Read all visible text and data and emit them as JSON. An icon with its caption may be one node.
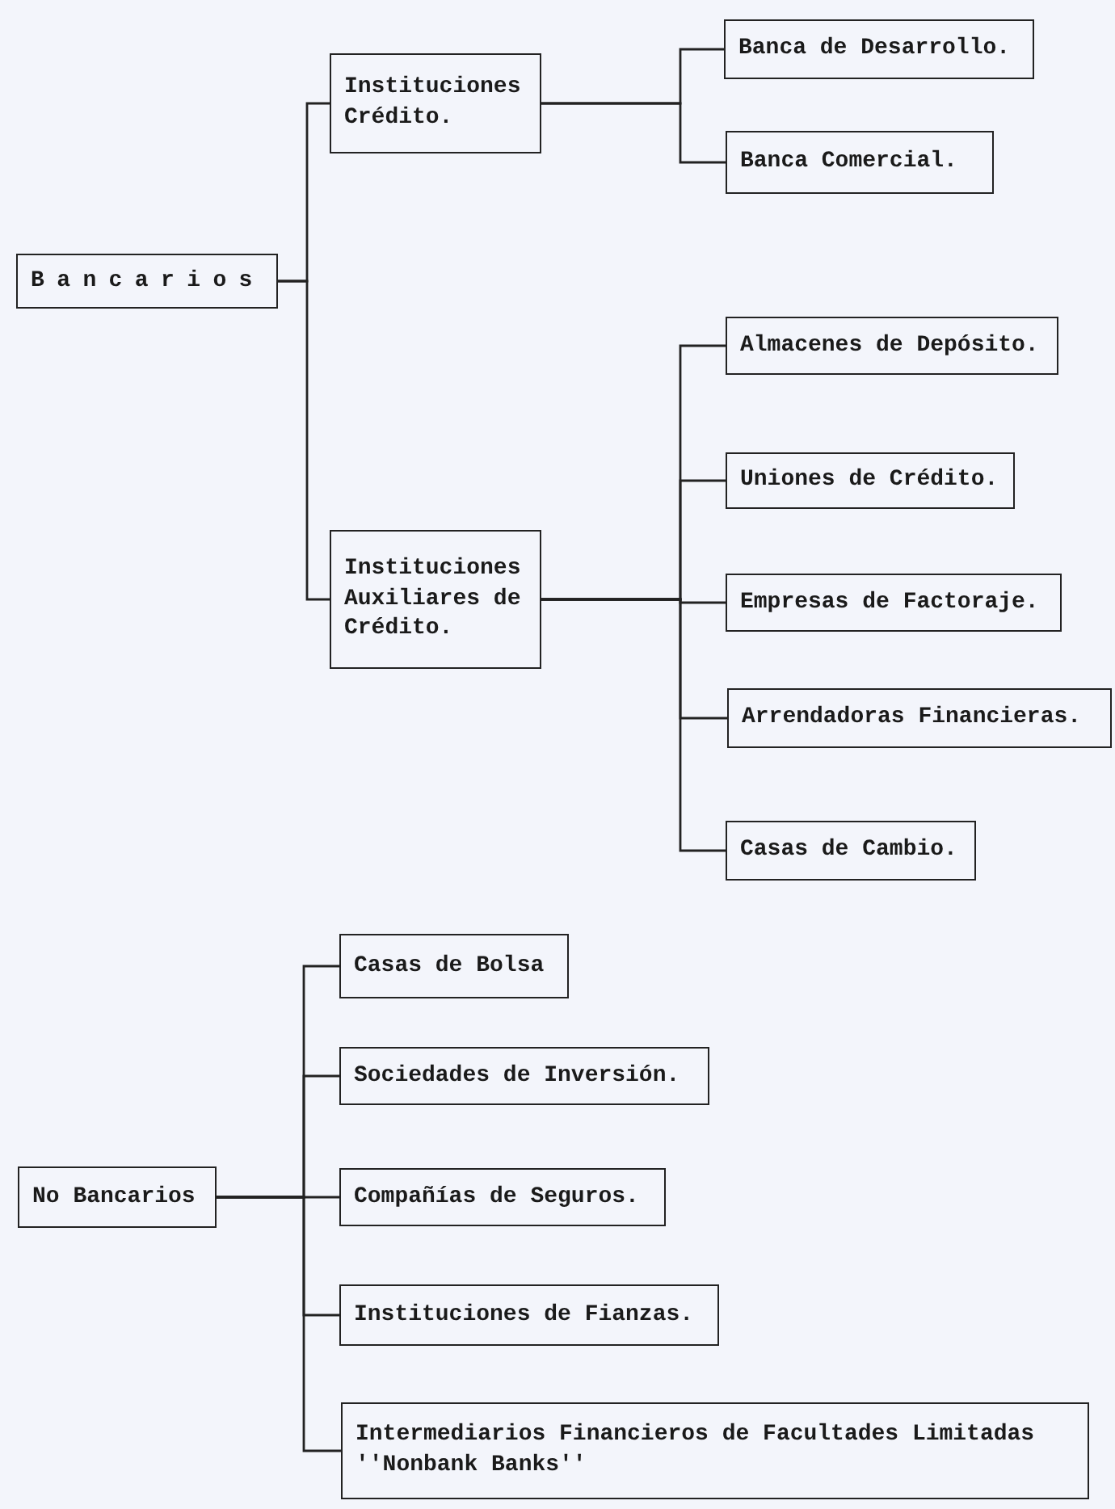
{
  "diagram": {
    "nodes": [
      {
        "text": [
          "Bancarios"
        ]
      },
      {
        "text": [
          "Instituciones Crédito."
        ]
      },
      {
        "text": [
          "Banca de Desarrollo."
        ]
      },
      {
        "text": [
          "Banca Comercial."
        ]
      },
      {
        "text": [
          "Instituciones Auxiliares de Crédito."
        ]
      },
      {
        "text": [
          "Almacenes de Depósito."
        ]
      },
      {
        "text": [
          "Uniones de Crédito."
        ]
      },
      {
        "text": [
          "Empresas de Factoraje."
        ]
      },
      {
        "text": [
          "Arrendadoras Financieras."
        ]
      },
      {
        "text": [
          "Casas de Cambio."
        ]
      },
      {
        "text": [
          "No Bancarios"
        ]
      },
      {
        "text": [
          "Casas de Bolsa"
        ]
      },
      {
        "text": [
          "Sociedades de Inversión."
        ]
      },
      {
        "text": [
          "Compañías de Seguros."
        ]
      },
      {
        "text": [
          "Instituciones de Fianzas."
        ]
      },
      {
        "text": [
          "Intermediarios Financieros de Facultades Limitadas ''Nonbank Banks''"
        ]
      }
    ],
    "edges": [
      {
        "from": 0,
        "to": 1,
        "arrow": "none"
      },
      {
        "from": 0,
        "to": 4,
        "arrow": "none"
      },
      {
        "from": 1,
        "to": 2,
        "arrow": "none"
      },
      {
        "from": 1,
        "to": 3,
        "arrow": "none"
      },
      {
        "from": 4,
        "to": 5,
        "arrow": "none"
      },
      {
        "from": 4,
        "to": 6,
        "arrow": "none"
      },
      {
        "from": 4,
        "to": 7,
        "arrow": "none"
      },
      {
        "from": 4,
        "to": 8,
        "arrow": "none"
      },
      {
        "from": 4,
        "to": 9,
        "arrow": "none"
      },
      {
        "from": 10,
        "to": 11,
        "arrow": "none"
      },
      {
        "from": 10,
        "to": 12,
        "arrow": "none"
      },
      {
        "from": 10,
        "to": 13,
        "arrow": "none"
      },
      {
        "from": 10,
        "to": 14,
        "arrow": "none"
      },
      {
        "from": 10,
        "to": 15,
        "arrow": "none"
      }
    ]
  }
}
